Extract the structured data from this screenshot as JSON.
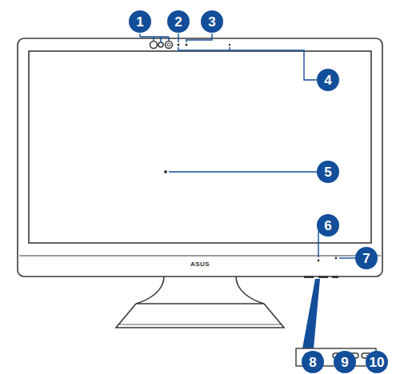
{
  "diagram": {
    "labels": [
      "1",
      "2",
      "3",
      "4",
      "5",
      "6",
      "7",
      "8",
      "9",
      "10",
      "ASUS"
    ]
  }
}
